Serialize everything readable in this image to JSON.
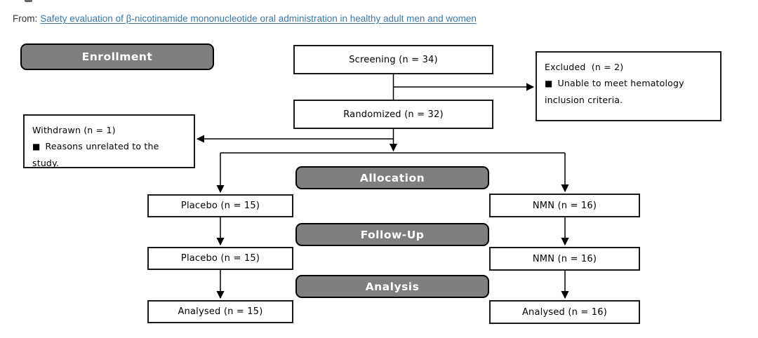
{
  "header": {
    "from_label": "From:",
    "article_link": "Safety evaluation of β-nicotinamide mononucleotide oral administration in healthy adult men and women"
  },
  "colors": {
    "link_blue": "#3a78a7",
    "stage_gray": "#7f7f7f",
    "stage_text": "#ffffff",
    "box_border": "#000000"
  },
  "flowchart": {
    "bullet": "■",
    "stages": {
      "enrollment": "Enrollment",
      "allocation": "Allocation",
      "follow_up": "Follow-Up",
      "analysis": "Analysis"
    },
    "nodes": {
      "screening": "Screening (n = 34)",
      "randomized": "Randomized (n = 32)",
      "excluded_title": "Excluded  (n = 2)",
      "excluded_reason": "Unable to meet hematology inclusion criteria.",
      "withdrawn_title": "Withdrawn (n = 1)",
      "withdrawn_reason": "Reasons unrelated to the study.",
      "placebo_allocation": "Placebo (n = 15)",
      "nmn_allocation": "NMN (n = 16)",
      "placebo_followup": "Placebo (n = 15)",
      "nmn_followup": "NMN (n = 16)",
      "placebo_analysed": "Analysed (n = 15)",
      "nmn_analysed": "Analysed (n = 16)"
    }
  }
}
